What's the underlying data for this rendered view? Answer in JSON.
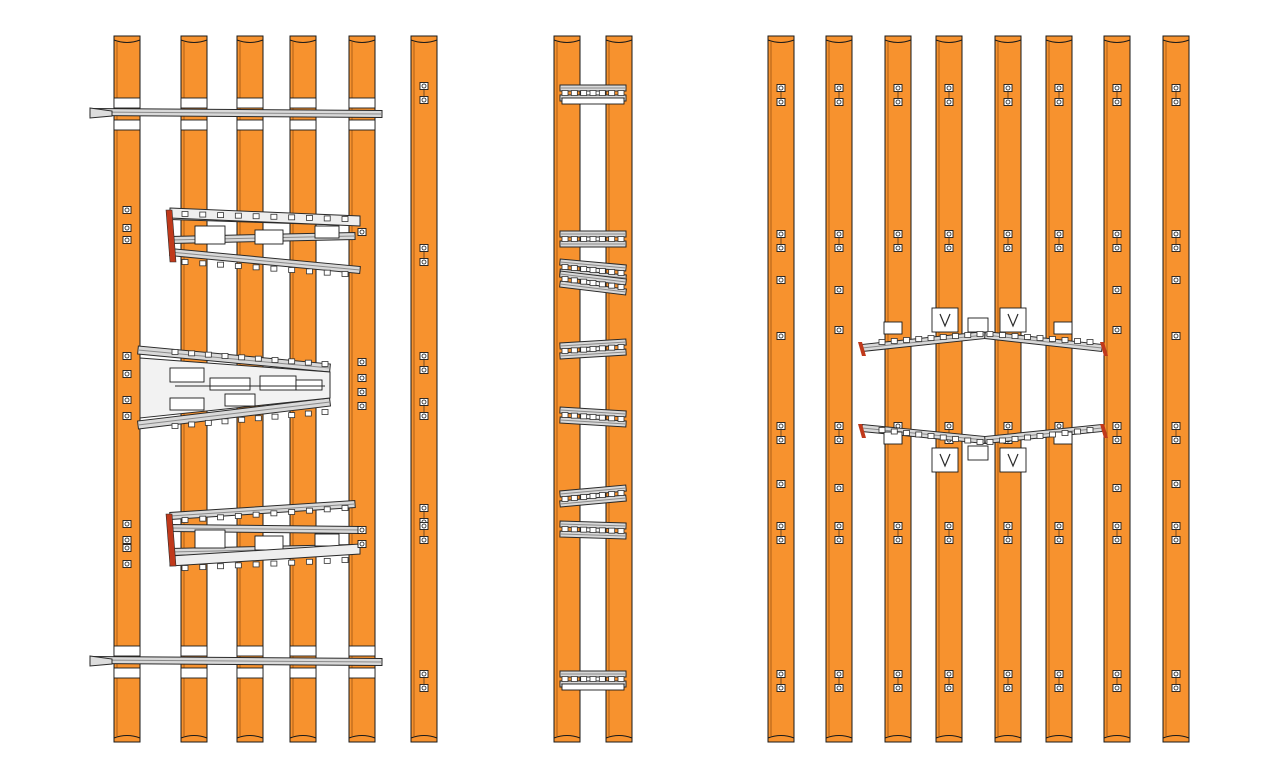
{
  "drawing": {
    "colors": {
      "sleeper_fill": "#f7922e",
      "sleeper_stroke": "#1a1a1a",
      "rail": "#8a8a8a",
      "rail_edge": "#2a2a2a",
      "plate": "#ffffff",
      "clip": "#333333",
      "accent_red": "#c0391b"
    },
    "groups": [
      {
        "name": "turnout-left",
        "sleeper_count": 6
      },
      {
        "name": "turnout-middle",
        "sleeper_count": 2
      },
      {
        "name": "diamond-right",
        "sleeper_count": 8
      }
    ]
  }
}
